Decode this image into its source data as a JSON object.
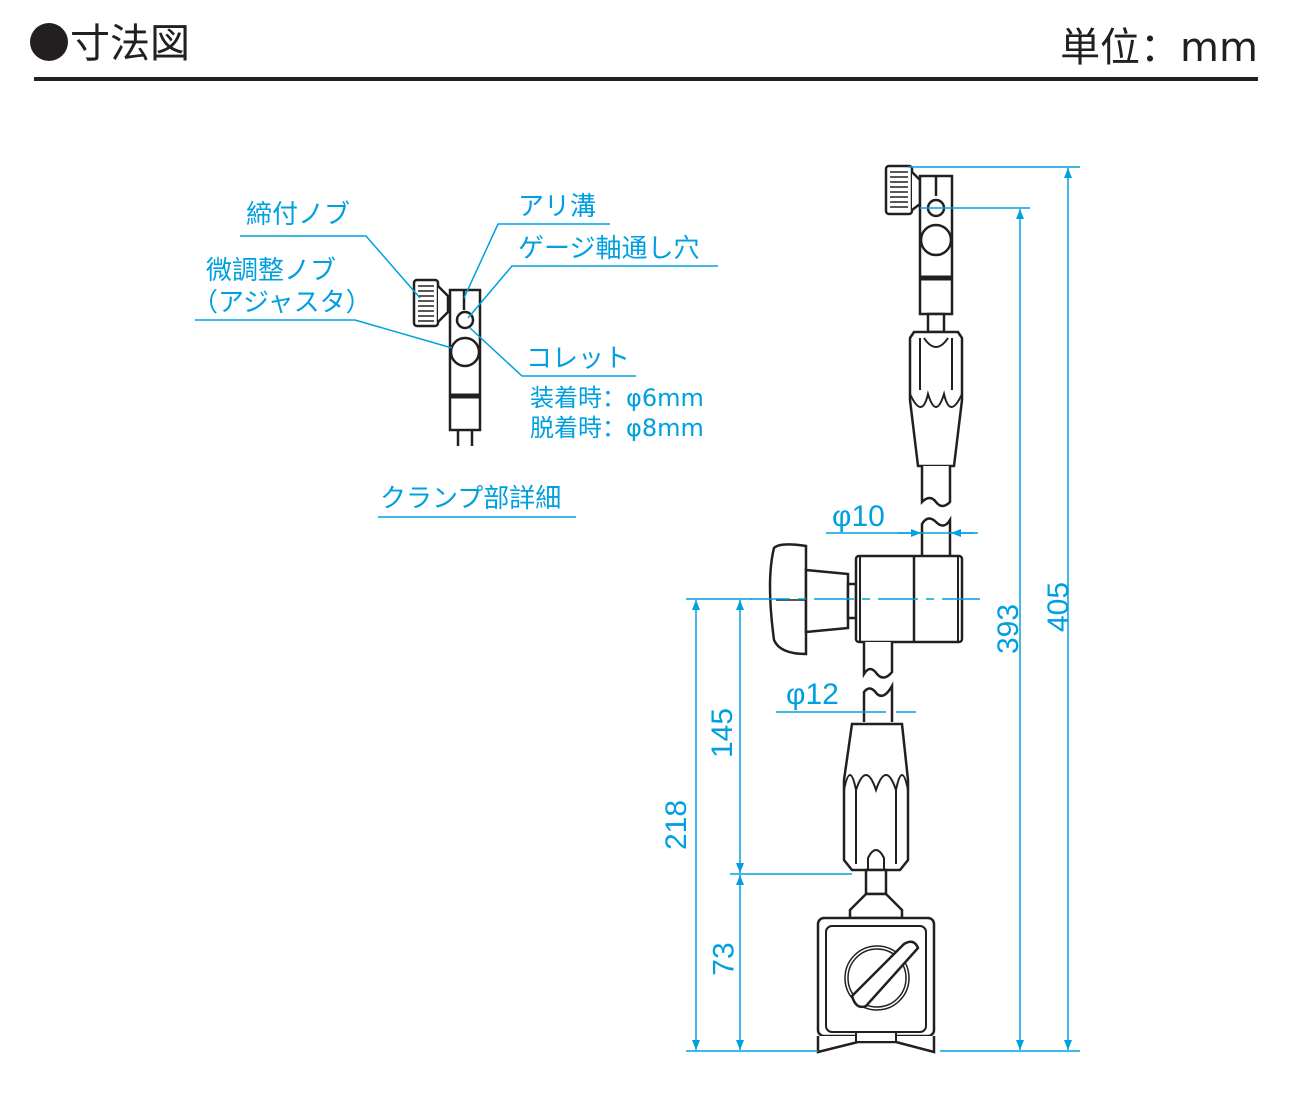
{
  "header": {
    "title": "寸法図",
    "unit_label": "単位：mm"
  },
  "colors": {
    "dimension": "#00a0e0",
    "outline": "#231f20"
  },
  "clamp_detail": {
    "caption": "クランプ部詳細",
    "callouts": {
      "clamp_knob": "締付ノブ",
      "fine_adjust_knob_line1": "微調整ノブ",
      "fine_adjust_knob_line2": "（アジャスタ）",
      "dovetail": "アリ溝",
      "gauge_hole": "ゲージ軸通し穴",
      "collet": "コレット",
      "collet_attached": "装着時：φ6mm",
      "collet_detached": "脱着時：φ8mm"
    }
  },
  "dimensions": {
    "overall_height": "405",
    "hole_height": "393",
    "pivot_height": "218",
    "arm_lower": "145",
    "base_height": "73",
    "upper_rod_dia": "φ10",
    "lower_rod_dia": "φ12"
  }
}
